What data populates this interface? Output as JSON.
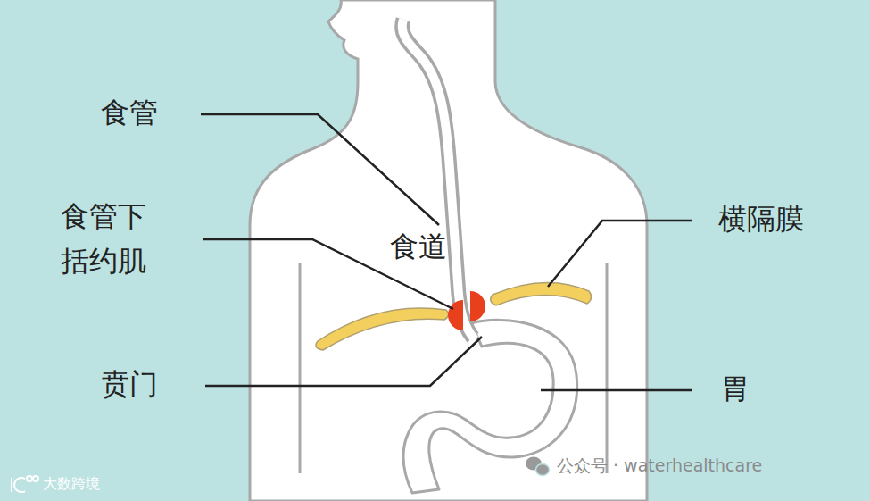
{
  "diagram": {
    "labels": [
      "食管",
      "食管下 括约肌",
      "食道",
      "横隔膜",
      "贲门",
      "胃",
      "公众号 · waterhealthcare",
      "大数跨境"
    ]
  }
}
